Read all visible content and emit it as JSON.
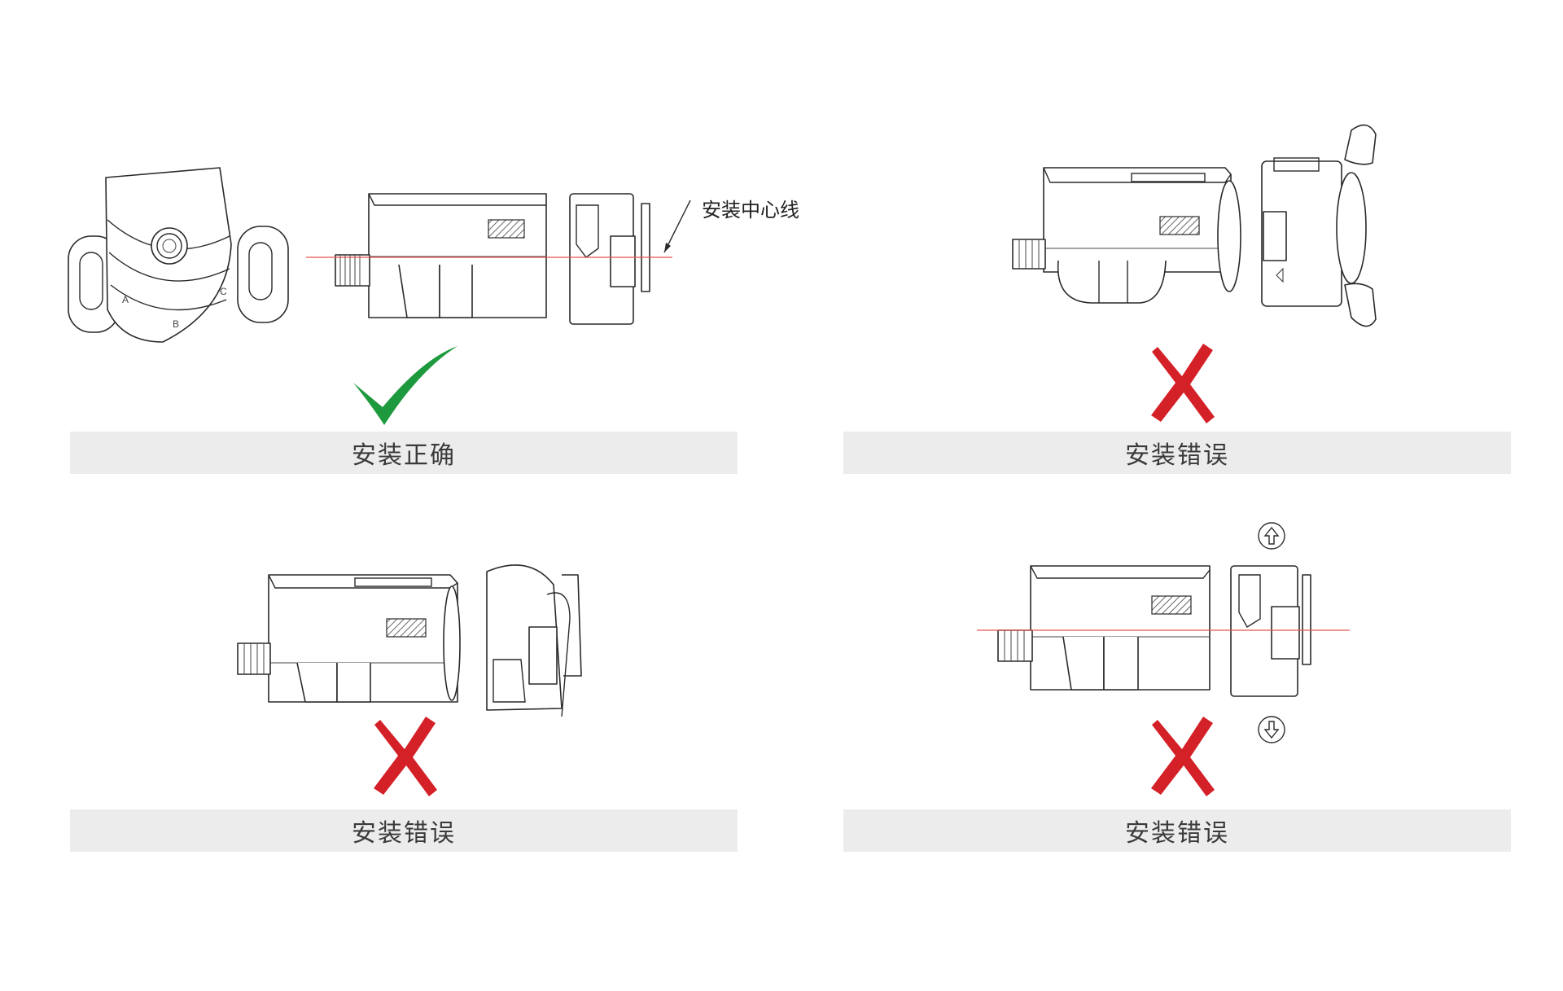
{
  "centerline_label": "安装中心线",
  "panels": [
    {
      "caption": "安装正确",
      "verdict": "correct"
    },
    {
      "caption": "安装错误",
      "verdict": "wrong"
    },
    {
      "caption": "安装错误",
      "verdict": "wrong"
    },
    {
      "caption": "安装错误",
      "verdict": "wrong"
    }
  ],
  "colors": {
    "correct": "#1e9a3e",
    "wrong": "#d42027",
    "centerline": "#e8534f",
    "caption_bg": "#ececec"
  }
}
